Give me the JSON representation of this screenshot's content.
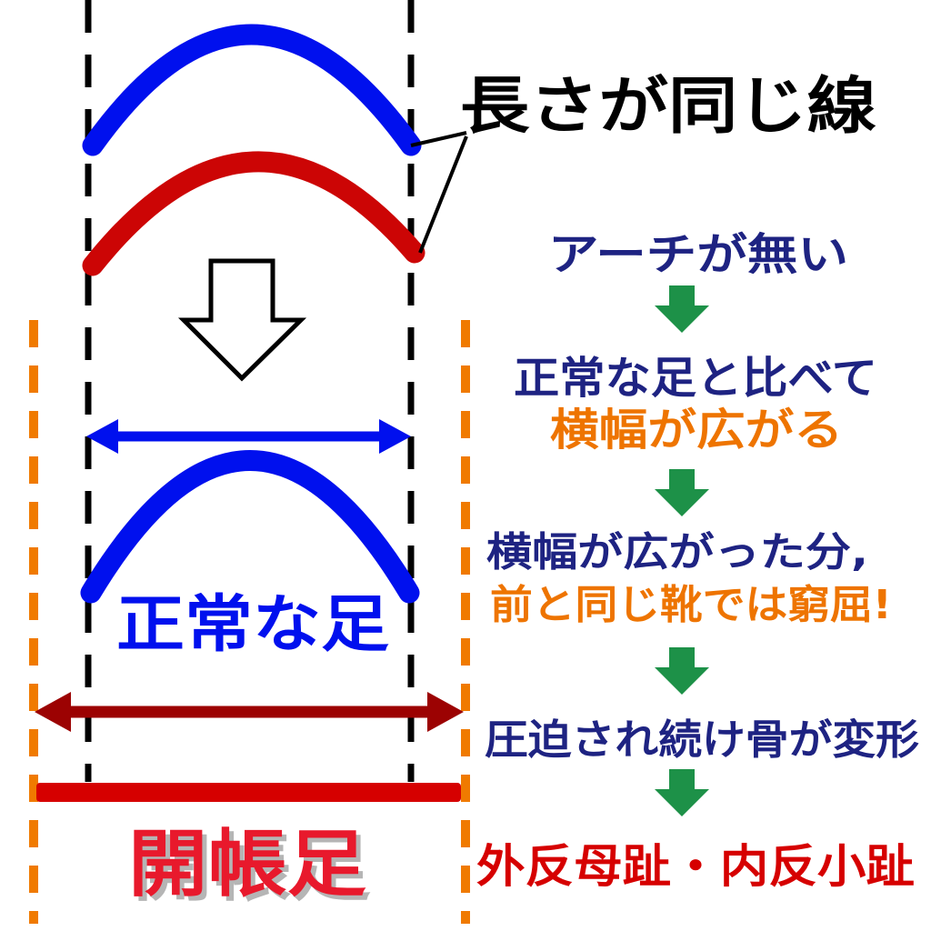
{
  "colors": {
    "blue": "#0010ee",
    "arc_red": "#cc0505",
    "navy": "#1e2382",
    "orange": "#ee7400",
    "green": "#1d9148",
    "dark_red": "#9c0202",
    "bar_red": "#d60000",
    "splay_red": "#e8192c",
    "shadow_gray": "#b5b5b5",
    "guide_black": "#000000",
    "guide_orange": "#f07a00"
  },
  "left_panel": {
    "normal_foot_label": "正常な足",
    "splay_foot_label": "開帳足"
  },
  "annotation": {
    "same_length_label": "長さが同じ線"
  },
  "flow": {
    "step1": "アーチが無い",
    "step2_line1": "正常な足と比べて",
    "step2_line2": "横幅が広がる",
    "step3_line1": "横幅が広がった分,",
    "step3_line2": "前と同じ靴では窮屈!",
    "step4": "圧迫され続け骨が変形",
    "step5": "外反母趾・内反小趾"
  }
}
